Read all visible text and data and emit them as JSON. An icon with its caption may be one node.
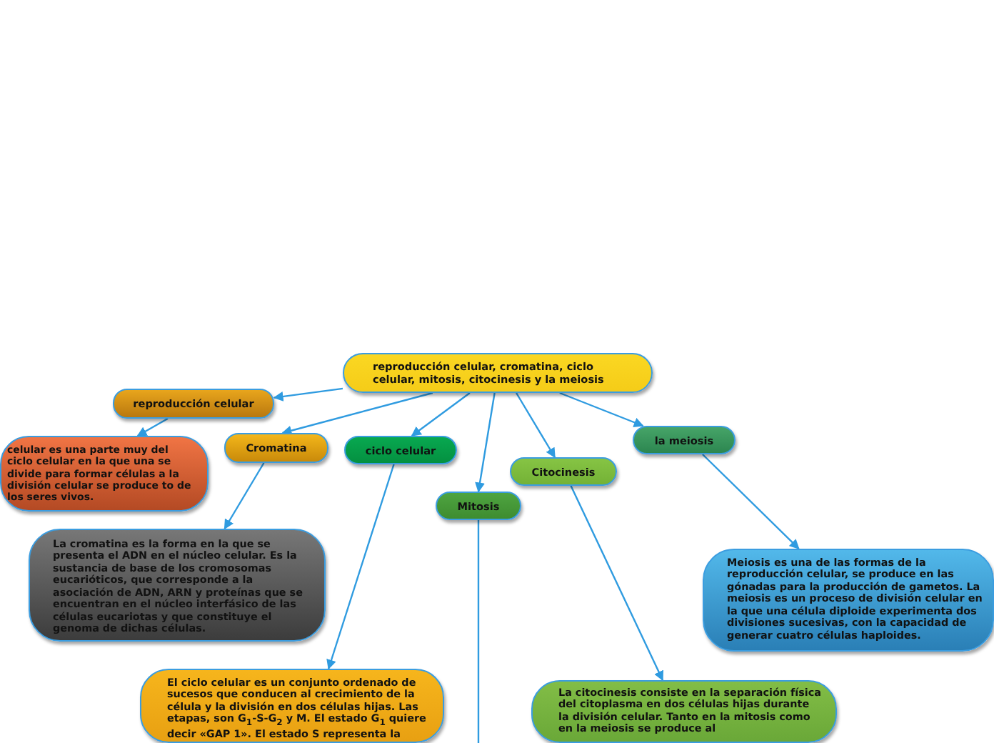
{
  "diagram": {
    "nodes": [
      {
        "text": [
          "reproducción celular, cromatina, ciclo celular, mitosis, citocinesis y la meiosis"
        ]
      },
      {
        "text": [
          "reproducción celular"
        ]
      },
      {
        "text": [
          "Cromatina"
        ]
      },
      {
        "text": [
          "ciclo celular"
        ]
      },
      {
        "text": [
          "Mitosis"
        ]
      },
      {
        "text": [
          "Citocinesis"
        ]
      },
      {
        "text": [
          "la meiosis"
        ]
      },
      {
        "text": [
          "celular es una parte muy del ciclo celular en la que una se divide para formar células a la división celular se produce to de los seres vivos."
        ]
      },
      {
        "text": [
          "La cromatina es la forma en la que se presenta el ADN en el núcleo celular. Es la sustancia de base de los cromosomas eucarióticos, que corresponde a la asociación de ADN, ARN y proteínas que se encuentran en el núcleo interfásico de las células eucariotas y que constituye el genoma de dichas células."
        ]
      },
      {
        "text": [
          "El ciclo celular es un conjunto ordenado de sucesos que conducen al crecimiento de la célula y la división en dos células hijas. Las etapas, son G$_{1}$-S-G$_{2}$ y M. El estado G$_{1}$ quiere decir «GAP 1». El estado S representa la"
        ]
      },
      {
        "text": [
          "La citocinesis consiste en la separación física del citoplasma en dos células hijas durante la división celular. Tanto en la mitosis como en la meiosis se produce al"
        ]
      },
      {
        "text": [
          "Meiosis  es una de las formas de la reproducción celular, se produce en las gónadas para la producción de gametos. La meiosis es un proceso de división celular en la que una célula diploide experimenta dos divisiones sucesivas, con la capacidad de generar cuatro células haploides."
        ]
      }
    ],
    "edges": [
      {
        "from": 0,
        "to": 1,
        "arrow": "to"
      },
      {
        "from": 0,
        "to": 2,
        "arrow": "to"
      },
      {
        "from": 0,
        "to": 3,
        "arrow": "to"
      },
      {
        "from": 0,
        "to": 4,
        "arrow": "to"
      },
      {
        "from": 0,
        "to": 5,
        "arrow": "to"
      },
      {
        "from": 0,
        "to": 6,
        "arrow": "to"
      },
      {
        "from": 1,
        "to": 7,
        "arrow": "to"
      },
      {
        "from": 2,
        "to": 8,
        "arrow": "to"
      },
      {
        "from": 3,
        "to": 9,
        "arrow": "to"
      },
      {
        "from": 4,
        "to": null,
        "arrow": "none"
      },
      {
        "from": 5,
        "to": 10,
        "arrow": "to"
      },
      {
        "from": 6,
        "to": 11,
        "arrow": "to"
      }
    ]
  }
}
